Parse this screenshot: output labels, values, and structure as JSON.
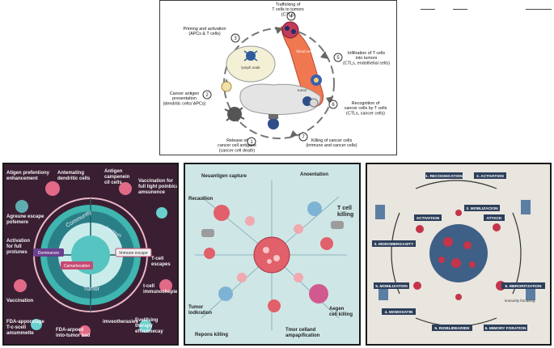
{
  "top_cycle": {
    "center": "lymph node",
    "labels": {
      "vessel": "blood vessel",
      "tumor": "tumor"
    },
    "steps": [
      {
        "num": "1",
        "text": "Release of\ncancer cell antigens\n(cancer cell death)"
      },
      {
        "num": "2",
        "text": "Cancer antigen\npresentation\n(dendritic cells/ APCs)"
      },
      {
        "num": "3",
        "text": "Priming and activation\n(APCs & T cells)"
      },
      {
        "num": "4",
        "text": "Trafficking of\nT cells to tumors\n(CTLs)"
      },
      {
        "num": "5",
        "text": "Infiltration of T cells\ninto tumors\n(CTLs, endothelial cells)"
      },
      {
        "num": "6",
        "text": "Recognition of\ncancer cells by T cells\n(CTLs, cancer cells)"
      },
      {
        "num": "7",
        "text": "Killing of cancer cells\n(immune and cancer cells)"
      }
    ]
  },
  "panel1": {
    "labels": [
      "Atigen prefentiony\nenhancement",
      "Antemating\ndendritic cells",
      "Antigen\ncampenein\ncil cells",
      "Vaccination for\nfull light poinbicals\namsunence",
      "Agreune escape\npofemere",
      "Activation\nfor full\nprotunes",
      "Vaccination",
      "FDA-apporatage\nT-c-scell\namummette",
      "FDA-arpoed\ninto-tumor bed",
      "imveotherasies",
      "Evelifsing\ntherapy\neffectmecay",
      "t-cell\nimmunochepies",
      "T-cell\nescapes"
    ],
    "ring_labels": [
      "Community",
      "Immun",
      "Tumor"
    ],
    "tags": {
      "dominance": "Dominancie",
      "immune_escape": "Immune escape",
      "camarlecation": "Camarlecation"
    }
  },
  "panel2": {
    "labels": [
      "Neuantigen capture",
      "Anoentation",
      "T cell\nkilling",
      "Recaullion",
      "Tumor\nlodkration",
      "Repons killing",
      "Aegen\ncell killing",
      "Tmor ceIland\nampapification"
    ]
  },
  "panel3": {
    "labels": [
      "1. RECOGNICATION",
      "2. ACTIVATION",
      "3. MOBLIZACION",
      "ACTIVATION",
      "ATTACK",
      "3. MODOMERGASITY",
      "5. MOBILIZATION",
      "5. MERORITZATION",
      "4. MOMOSATIN",
      "5. RIOBLIREARIDE",
      "6. MIMORY FORATION",
      "immunity forcasing"
    ]
  },
  "colors": {
    "panel1_bg": "#3a1f33",
    "panel1_ring": "#3fb6b0",
    "panel2_bg": "#cfe6e6",
    "panel2_cell": "#e1606a",
    "panel3_bg": "#e9e5df",
    "panel3_tumor": "#3e5f86"
  }
}
